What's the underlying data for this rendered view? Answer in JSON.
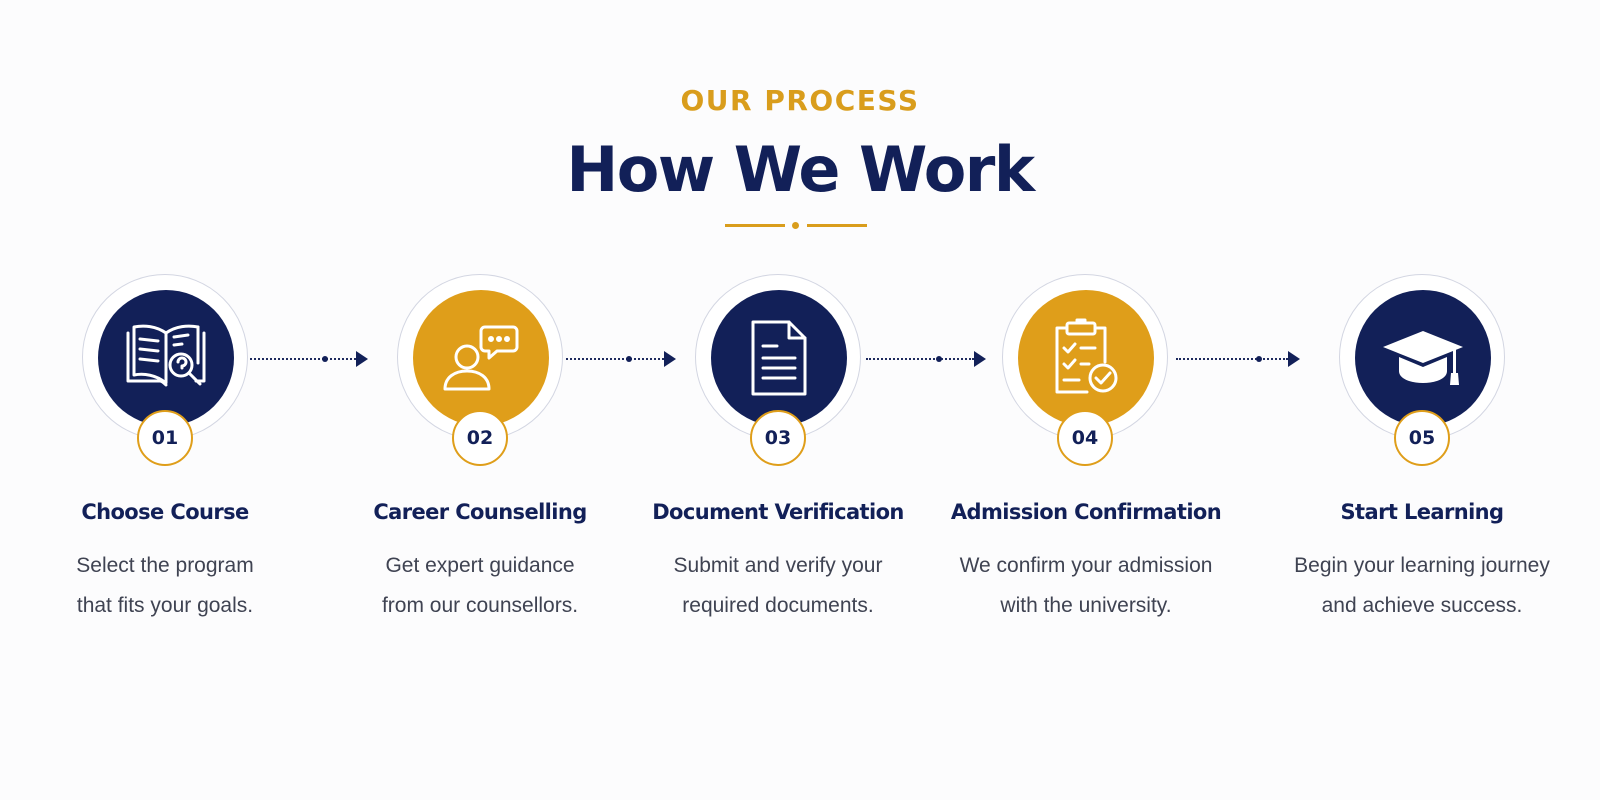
{
  "section": {
    "eyebrow": "OUR PROCESS",
    "title": "How We Work"
  },
  "colors": {
    "navy": "#122058",
    "gold": "#D99D1C",
    "text": "#3f4352"
  },
  "steps": [
    {
      "number": "01",
      "title": "Choose Course",
      "desc_line1": "Select the program",
      "desc_line2": "that fits your goals.",
      "icon": "book-search-icon",
      "color": "navy"
    },
    {
      "number": "02",
      "title": "Career Counselling",
      "desc_line1": "Get expert guidance",
      "desc_line2": "from our counsellors.",
      "icon": "person-chat-icon",
      "color": "gold"
    },
    {
      "number": "03",
      "title": "Document Verification",
      "desc_line1": "Submit and verify your",
      "desc_line2": "required documents.",
      "icon": "document-icon",
      "color": "navy"
    },
    {
      "number": "04",
      "title": "Admission Confirmation",
      "desc_line1": "We confirm your admission",
      "desc_line2": "with the university.",
      "icon": "clipboard-check-icon",
      "color": "gold"
    },
    {
      "number": "05",
      "title": "Start Learning",
      "desc_line1": "Begin your learning journey",
      "desc_line2": "and achieve success.",
      "icon": "graduation-cap-icon",
      "color": "navy"
    }
  ]
}
